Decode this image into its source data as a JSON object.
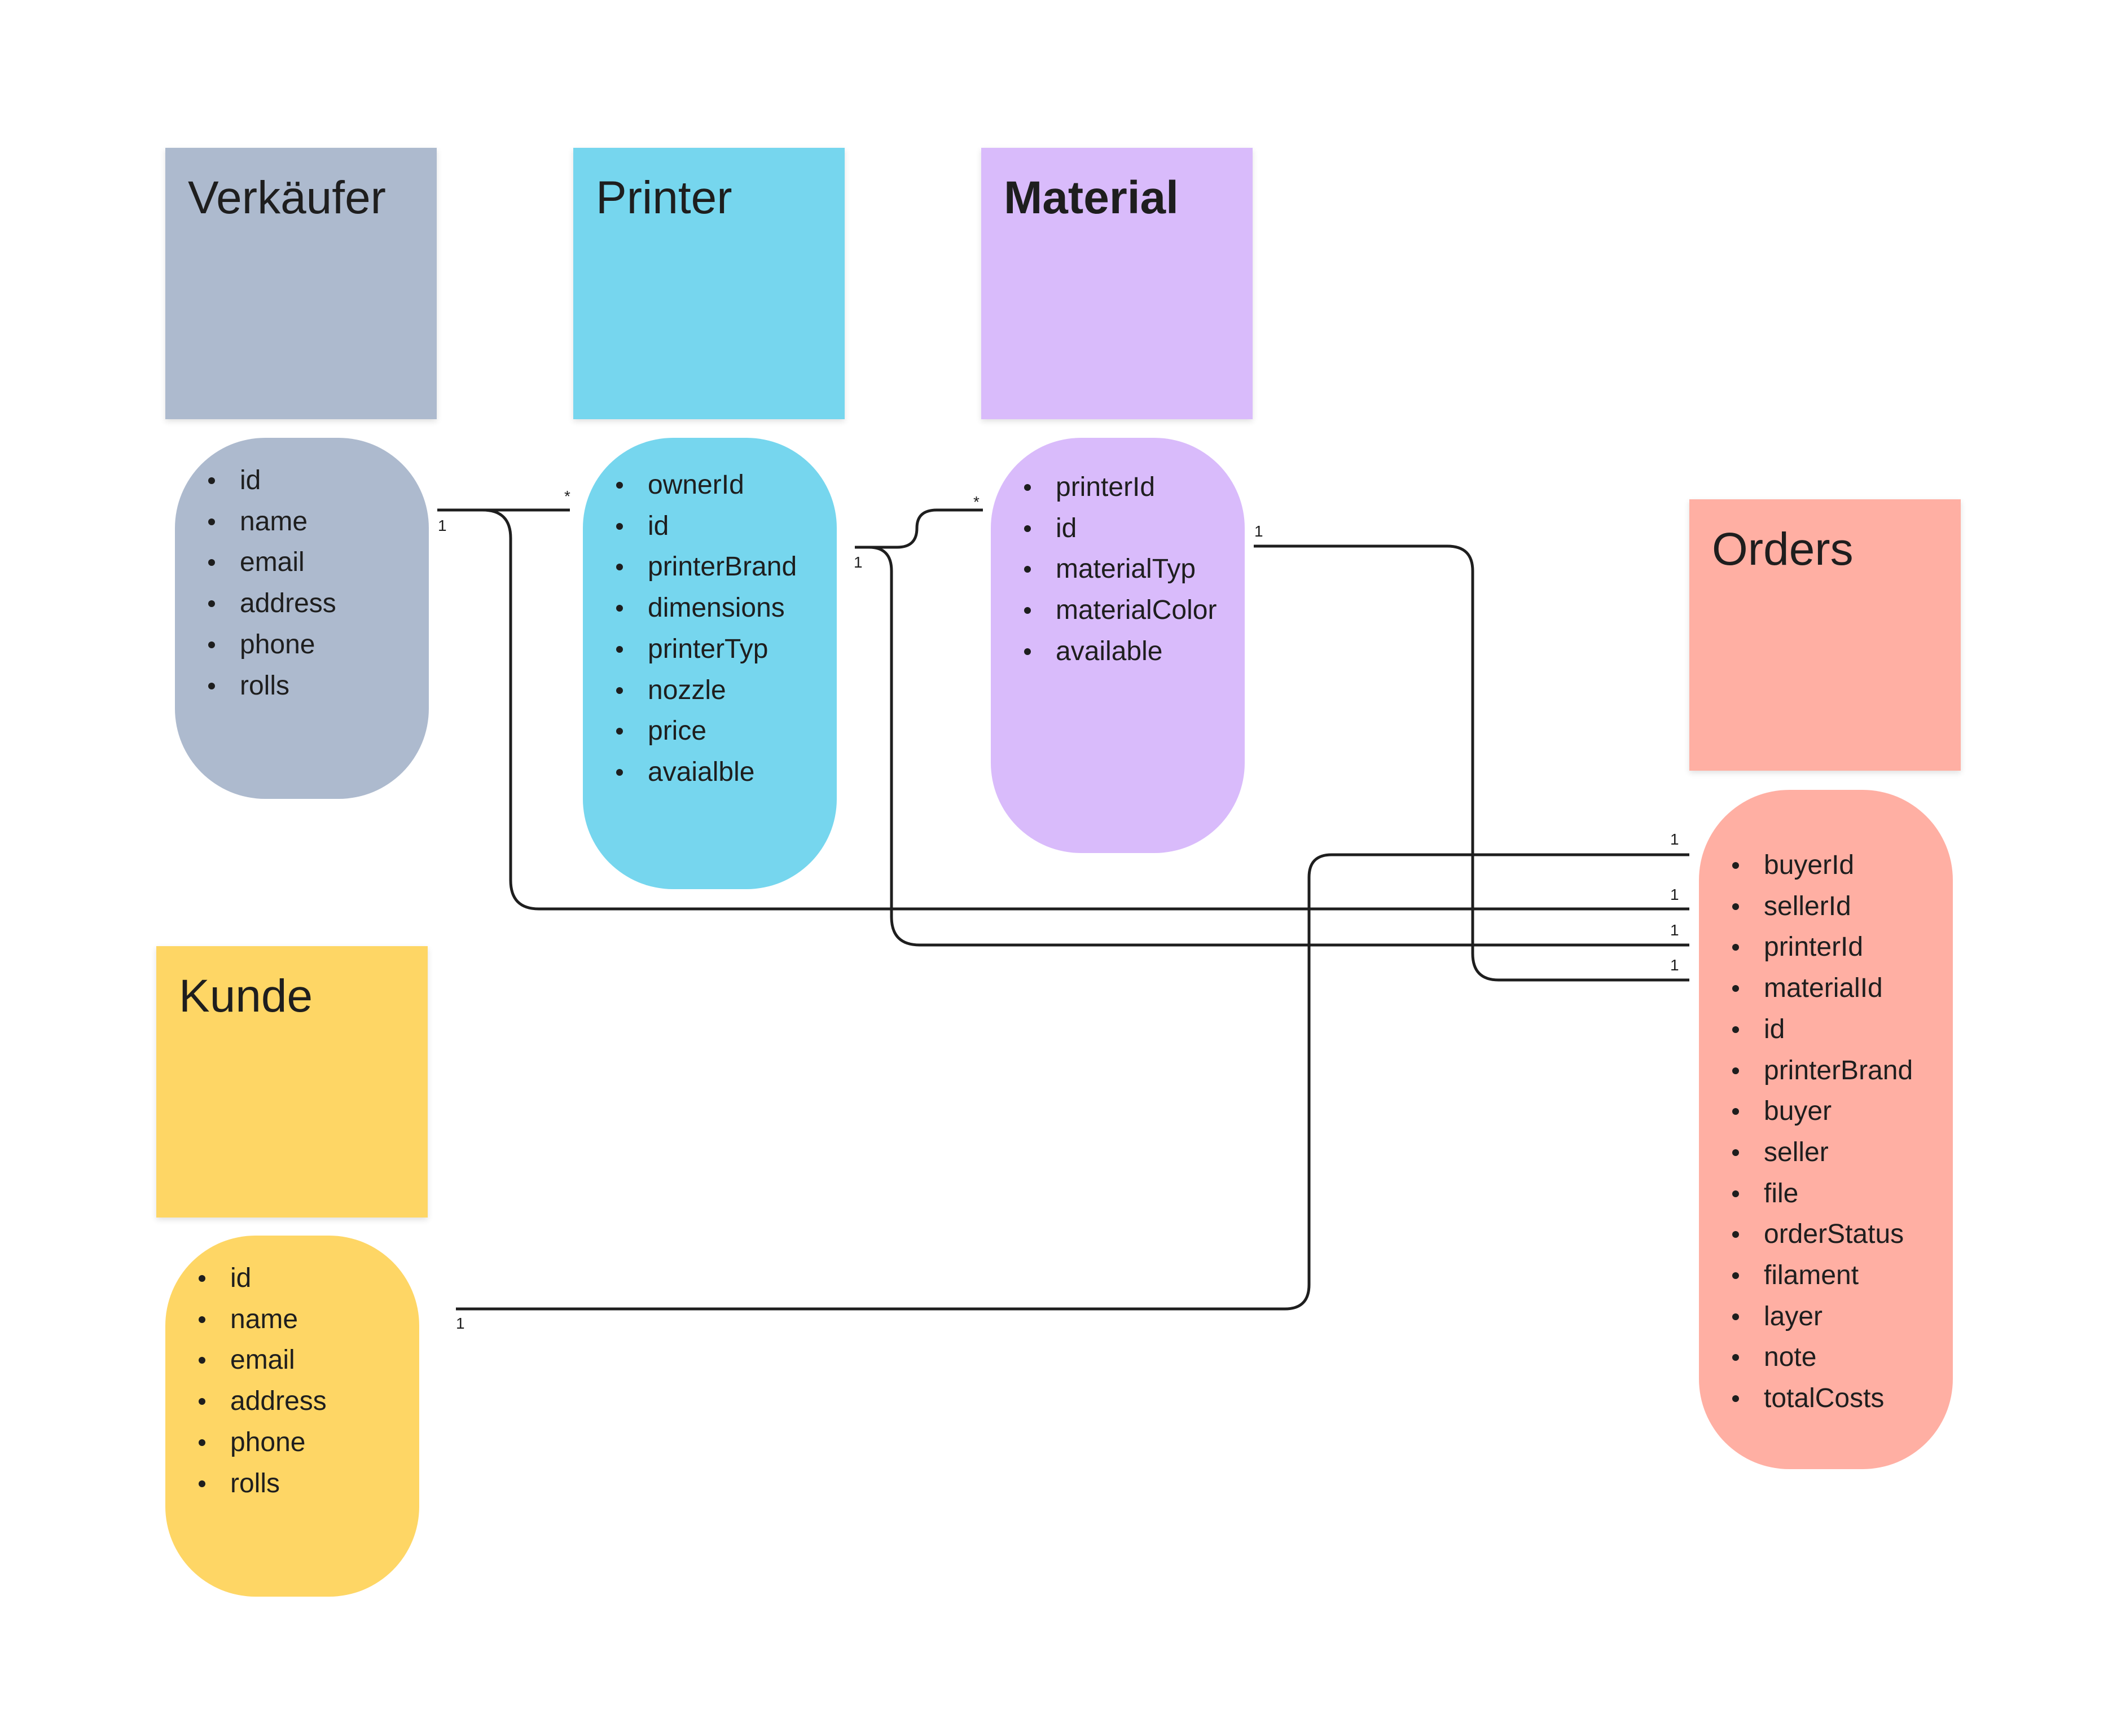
{
  "colors": {
    "verkaeufer": "#adbace",
    "printer": "#76d6ee",
    "material": "#d9bbfb",
    "orders": "#ffafa3",
    "kunde": "#fed665",
    "line": "#1e1e1e"
  },
  "entities": {
    "verkaeufer": {
      "title": "Verkäufer",
      "fields": [
        "id",
        "name",
        "email",
        "address",
        "phone",
        "rolls"
      ]
    },
    "printer": {
      "title": "Printer",
      "fields": [
        "ownerId",
        "id",
        "printerBrand",
        "dimensions",
        "printerTyp",
        "nozzle",
        "price",
        "avaialble"
      ]
    },
    "material": {
      "title": "Material",
      "fields": [
        "printerId",
        "id",
        "materialTyp",
        "materialColor",
        "available"
      ]
    },
    "orders": {
      "title": "Orders",
      "fields": [
        "buyerId",
        "sellerId",
        "printerId",
        "materialId",
        "id",
        "printerBrand",
        "buyer",
        "seller",
        "file",
        "orderStatus",
        "filament",
        "layer",
        "note",
        "totalCosts"
      ]
    },
    "kunde": {
      "title": "Kunde",
      "fields": [
        "id",
        "name",
        "email",
        "address",
        "phone",
        "rolls"
      ]
    }
  },
  "relations": [
    {
      "from": "Verkäufer",
      "to": "Printer",
      "from_mult": "1",
      "to_mult": "*"
    },
    {
      "from": "Printer",
      "to": "Material",
      "from_mult": "1",
      "to_mult": "*"
    },
    {
      "from": "Material",
      "to": "Orders",
      "from_mult": "1",
      "to_mult": "1"
    },
    {
      "from": "Verkäufer",
      "to": "Orders",
      "from_mult": "1",
      "to_mult": "1"
    },
    {
      "from": "Printer",
      "to": "Orders",
      "from_mult": "1",
      "to_mult": "1"
    },
    {
      "from": "Kunde",
      "to": "Orders",
      "from_mult": "1",
      "to_mult": "1"
    }
  ]
}
